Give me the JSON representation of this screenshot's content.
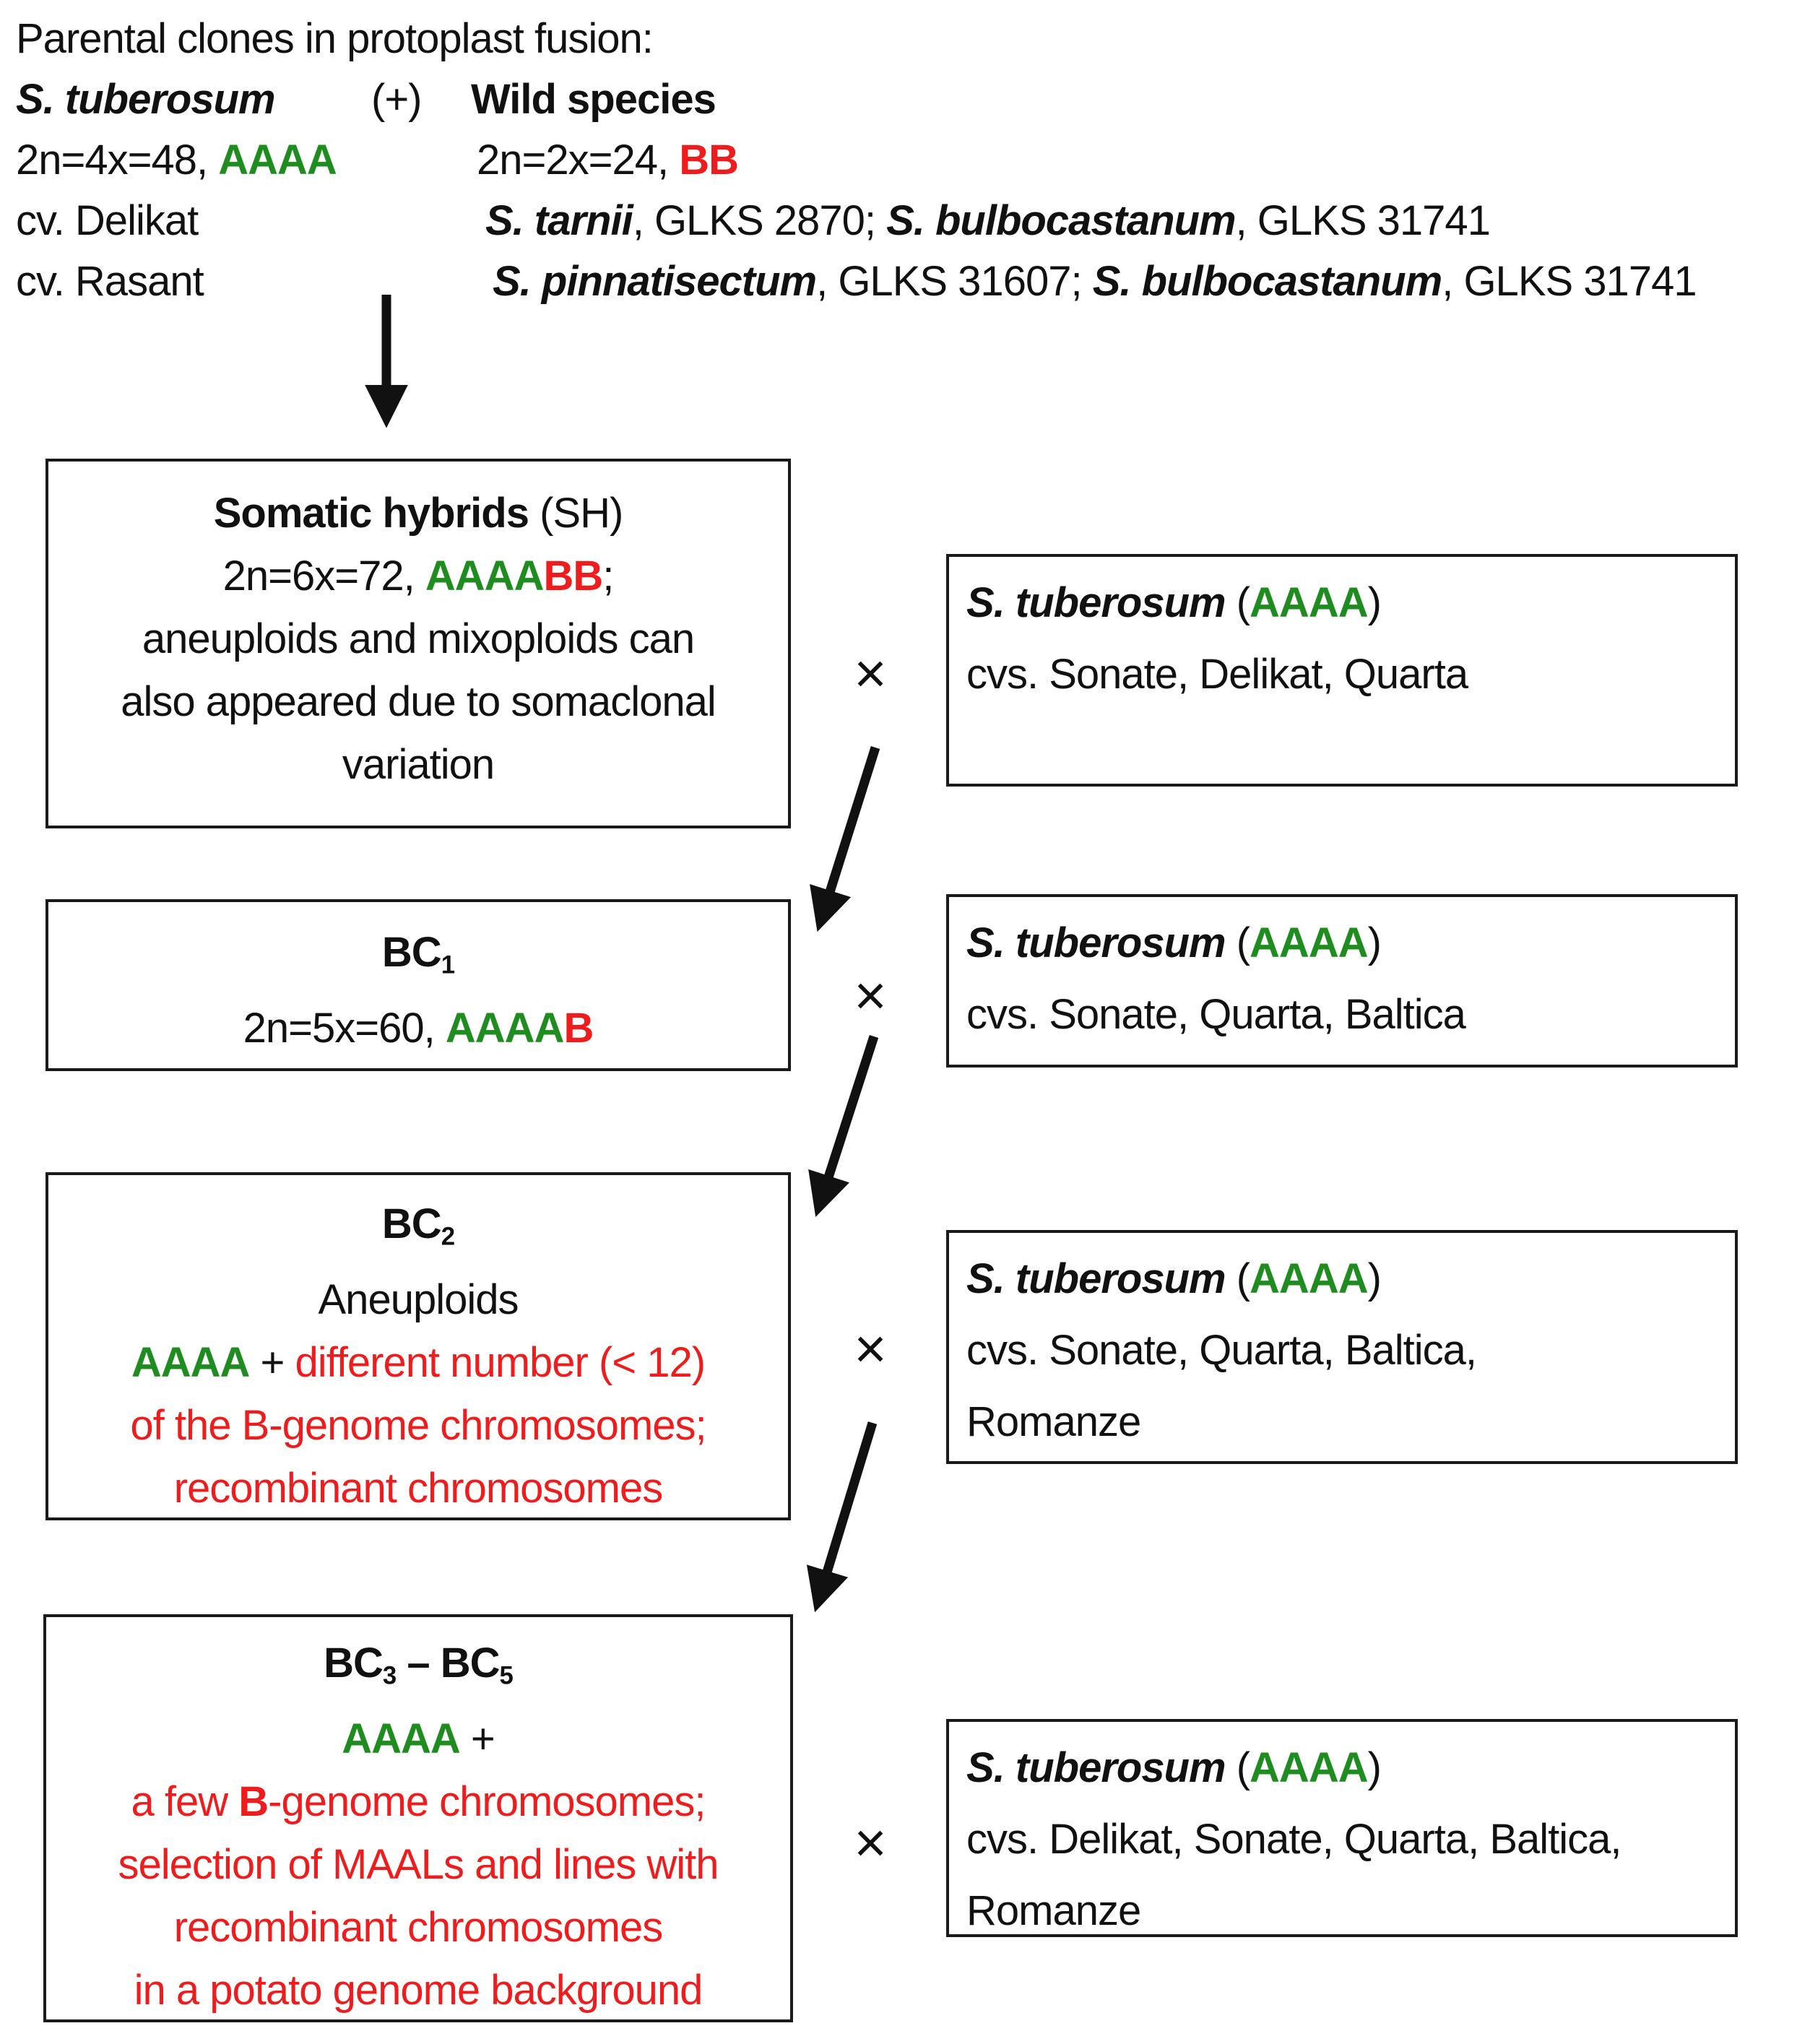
{
  "colors": {
    "green": "#1e8c1e",
    "red": "#ee1c1c",
    "text": "#111111",
    "border": "#1a1a1a",
    "background": "#ffffff"
  },
  "symbols": {
    "cross": "×"
  },
  "header": {
    "title": [
      {
        "t": "Parental  clones in protoplast fusion:"
      }
    ],
    "row2": {
      "left": [
        {
          "t": "S. tuberosum",
          "s": "bi"
        }
      ],
      "mid": [
        {
          "t": "(+)"
        }
      ],
      "right": [
        {
          "t": "Wild species",
          "s": "b"
        }
      ]
    },
    "row3": {
      "left": [
        {
          "t": "2n=4x=48, "
        },
        {
          "t": "AAAA",
          "s": "g"
        }
      ],
      "right": [
        {
          "t": "2n=2x=24, "
        },
        {
          "t": "BB",
          "s": "rb"
        }
      ]
    },
    "row4": {
      "left": [
        {
          "t": "cv. Delikat"
        }
      ],
      "right": [
        {
          "t": "S. tarnii",
          "s": "bi"
        },
        {
          "t": ", GLKS 2870; "
        },
        {
          "t": "S. bulbocastanum",
          "s": "bi"
        },
        {
          "t": ", GLKS 31741"
        }
      ]
    },
    "row5": {
      "left": [
        {
          "t": "cv. Rasant"
        }
      ],
      "right": [
        {
          "t": "S. pinnatisectum",
          "s": "bi"
        },
        {
          "t": ", GLKS 31607; "
        },
        {
          "t": "S. bulbocastanum",
          "s": "bi"
        },
        {
          "t": ", GLKS 31741"
        }
      ]
    }
  },
  "boxes": {
    "somatic_hybrids": {
      "lines": [
        [
          {
            "t": "Somatic hybrids",
            "s": "b"
          },
          {
            "t": " (SH)"
          }
        ],
        [
          {
            "t": "2n=6x=72, "
          },
          {
            "t": "AAAA",
            "s": "g"
          },
          {
            "t": "BB",
            "s": "rb"
          },
          {
            "t": ";"
          }
        ],
        [
          {
            "t": "aneuploids and mixoploids can"
          }
        ],
        [
          {
            "t": "also appeared due to somaclonal"
          }
        ],
        [
          {
            "t": "variation"
          }
        ]
      ]
    },
    "bc1": {
      "lines": [
        [
          {
            "t": "BC",
            "s": "b"
          },
          {
            "t": "1",
            "s": "sub"
          }
        ],
        [
          {
            "t": "2n=5x=60, "
          },
          {
            "t": "AAAA",
            "s": "g"
          },
          {
            "t": "B",
            "s": "rb"
          }
        ]
      ]
    },
    "bc2": {
      "lines": [
        [
          {
            "t": "BC",
            "s": "b"
          },
          {
            "t": "2",
            "s": "sub"
          }
        ],
        [
          {
            "t": "Aneuploids"
          }
        ],
        [
          {
            "t": "AAAA",
            "s": "g"
          },
          {
            "t": " + "
          },
          {
            "t": "different number (< 12)",
            "s": "r"
          }
        ],
        [
          {
            "t": "of the B-genome chromosomes;",
            "s": "r"
          }
        ],
        [
          {
            "t": "recombinant chromosomes",
            "s": "r"
          }
        ]
      ]
    },
    "bc3_bc5": {
      "lines": [
        [
          {
            "t": "BC",
            "s": "b"
          },
          {
            "t": "3",
            "s": "sub"
          },
          {
            "t": " – ",
            "s": "b"
          },
          {
            "t": "BC",
            "s": "b"
          },
          {
            "t": "5",
            "s": "sub"
          }
        ],
        [
          {
            "t": "AAAA",
            "s": "g"
          },
          {
            "t": " +"
          }
        ],
        [
          {
            "t": "a few ",
            "s": "r"
          },
          {
            "t": "B",
            "s": "rb"
          },
          {
            "t": "-genome chromosomes;",
            "s": "r"
          }
        ],
        [
          {
            "t": "selection of MAALs and lines with",
            "s": "r"
          }
        ],
        [
          {
            "t": "recombinant chromosomes",
            "s": "r"
          }
        ],
        [
          {
            "t": "in a potato genome background",
            "s": "r"
          }
        ]
      ]
    },
    "tuberosum1": {
      "lines": [
        [
          {
            "t": "S. tuberosum",
            "s": "bi"
          },
          {
            "t": " ("
          },
          {
            "t": "AAAA",
            "s": "g"
          },
          {
            "t": ")"
          }
        ],
        [
          {
            "t": "cvs. Sonate, Delikat, Quarta"
          }
        ]
      ]
    },
    "tuberosum2": {
      "lines": [
        [
          {
            "t": "S. tuberosum",
            "s": "bi"
          },
          {
            "t": " ("
          },
          {
            "t": "AAAA",
            "s": "g"
          },
          {
            "t": ")"
          }
        ],
        [
          {
            "t": "cvs. Sonate, Quarta, Baltica"
          }
        ]
      ]
    },
    "tuberosum3": {
      "lines": [
        [
          {
            "t": "S. tuberosum",
            "s": "bi"
          },
          {
            "t": " ("
          },
          {
            "t": "AAAA",
            "s": "g"
          },
          {
            "t": ")"
          }
        ],
        [
          {
            "t": "cvs. Sonate, Quarta, Baltica,"
          }
        ],
        [
          {
            "t": "Romanze"
          }
        ]
      ]
    },
    "tuberosum4": {
      "lines": [
        [
          {
            "t": "S. tuberosum",
            "s": "bi"
          },
          {
            "t": " ("
          },
          {
            "t": "AAAA",
            "s": "g"
          },
          {
            "t": ")"
          }
        ],
        [
          {
            "t": "cvs. Delikat, Sonate, Quarta, Baltica,"
          }
        ],
        [
          {
            "t": "Romanze"
          }
        ]
      ]
    }
  }
}
